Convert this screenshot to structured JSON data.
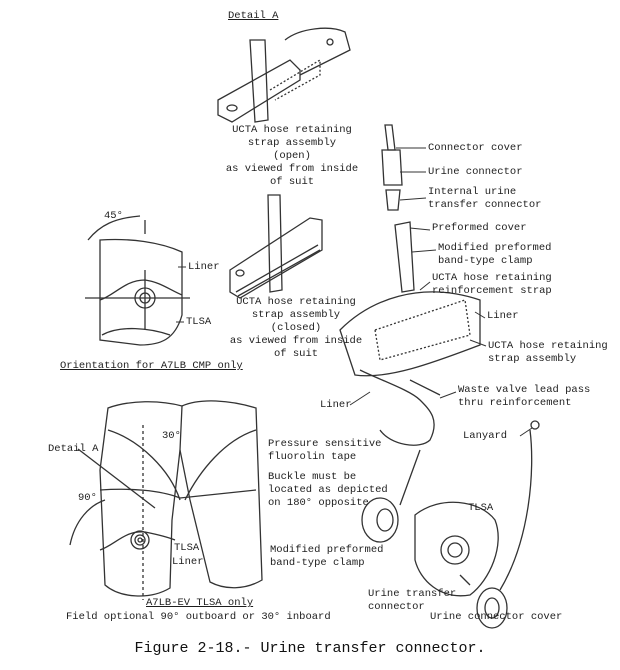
{
  "detail_a_title": "Detail A",
  "open_caption": [
    "UCTA hose retaining",
    "strap assembly",
    "(open)",
    "as viewed from inside",
    "of suit"
  ],
  "closed_caption": [
    "UCTA hose retaining",
    "strap assembly",
    "(closed)",
    "as viewed from inside",
    "of suit"
  ],
  "orientation": {
    "angle": "45°",
    "liner": "Liner",
    "tlsa": "TLSA",
    "title": "Orientation for A7LB CMP only"
  },
  "ev_view": {
    "detail_a": "Detail A",
    "angle_30": "30°",
    "angle_90": "90°",
    "tlsa": "TLSA",
    "liner": "Liner",
    "title": "A7LB-EV TLSA only",
    "note": "Field optional 90° outboard or 30° inboard"
  },
  "callouts": {
    "connector_cover": "Connector cover",
    "urine_connector": "Urine connector",
    "internal_connector": "Internal urine\ntransfer connector",
    "preformed_cover": "Preformed cover",
    "modified_clamp": "Modified preformed\nband-type clamp",
    "reinforcement_strap": "UCTA hose retaining\nreinforcement strap",
    "liner_right": "Liner",
    "strap_assembly": "UCTA hose retaining\nstrap assembly",
    "waste_valve": "Waste valve lead pass\nthru reinforcement",
    "liner_mid": "Liner",
    "lanyard": "Lanyard",
    "tape": "Pressure sensitive\nfluorolin tape",
    "buckle": "Buckle must be\nlocated as depicted\non 180° opposite",
    "tlsa": "TLSA",
    "modified_clamp_2": "Modified preformed\nband-type clamp",
    "transfer_connector": "Urine transfer\nconnector",
    "connector_cover_2": "Urine connector cover"
  },
  "caption": "Figure 2-18.- Urine transfer connector."
}
